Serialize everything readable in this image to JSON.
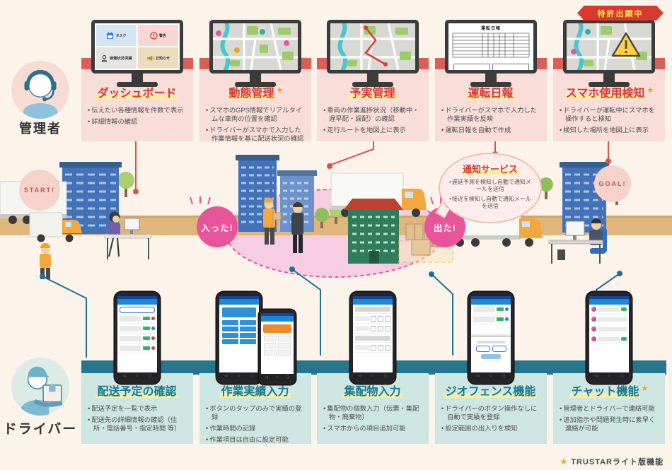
{
  "page": {
    "patent_badge": "特許出願中",
    "footer_star": "★",
    "footer_note": "TRUSTARライト版機能"
  },
  "manager": {
    "label": "管理者",
    "dashboard_tiles": {
      "task": "タスク",
      "alert": "警告",
      "status": "稼働状況/実績",
      "notice": "お知らせ"
    },
    "report_title": "運転日報",
    "cards": [
      {
        "title": "ダッシュボード",
        "star": "",
        "bullets": [
          "伝えたい各種情報を件数で表示",
          "詳細情報の確認"
        ]
      },
      {
        "title": "動態管理",
        "star": "★",
        "bullets": [
          "スマホのGPS情報でリアルタイムな車両の位置を確認",
          "ドライバーがスマホで入力した作業情報を基に配送状況の確認"
        ]
      },
      {
        "title": "予実管理",
        "star": "",
        "bullets": [
          "車両の作業進捗状況（移動中・遅早配・誤配）の確認",
          "走行ルートを地図上に表示"
        ]
      },
      {
        "title": "運転日報",
        "star": "",
        "bullets": [
          "ドライバーがスマホで入力した作業実績を反映",
          "運転日報を自動で作成"
        ]
      },
      {
        "title": "スマホ使用検知",
        "star": "★",
        "bullets": [
          "ドライバーが運転中にスマホを操作すると検知",
          "検知した場所を地図上に表示"
        ]
      }
    ]
  },
  "scene": {
    "start": "START!",
    "goal": "GOAL!",
    "entered": "入った!",
    "exited": "出た!",
    "notification": {
      "title": "通知サービス",
      "bullets": [
        "遅延予測を検知し自動で通知メールを送信",
        "接近を検知し自動で通知メールを送信"
      ]
    }
  },
  "driver": {
    "label": "ドライバー",
    "cards": [
      {
        "title": "配送予定の確認",
        "star": "",
        "bullets": [
          "配送予定を一覧で表示",
          "配送先の詳細情報の確認（住所・電話番号・指定時間 等）"
        ]
      },
      {
        "title": "作業実績入力",
        "star": "",
        "bullets": [
          "ボタンのタップのみで実績の登録",
          "作業時間の記録",
          "作業項目は自由に設定可能"
        ]
      },
      {
        "title": "集配物入力",
        "star": "",
        "bullets": [
          "集配物の個数入力（伝票・集配物・廃棄物）",
          "スマホからの項目追加可能"
        ]
      },
      {
        "title": "ジオフェンス機能",
        "star": "",
        "bullets": [
          "ドライバーのボタン操作なしに自動で実績を登録",
          "設定範囲の出入りを検知"
        ]
      },
      {
        "title": "チャット機能",
        "star": "★",
        "bullets": [
          "管理者とドライバーで連絡可能",
          "追加指示や問題発生時に素早く連絡が可能"
        ]
      }
    ]
  },
  "colors": {
    "background": "#fcf3eb",
    "accent_red": "#d9382e",
    "card_pink": "#f8ddd8",
    "band_red": "#d95f58",
    "accent_teal": "#157a8c",
    "card_teal": "#cde6e2",
    "band_teal": "#26758e",
    "highlight_yellow": "#fbeca0",
    "badge_pink": "#e8549a",
    "star_orange": "#f0a31f"
  }
}
